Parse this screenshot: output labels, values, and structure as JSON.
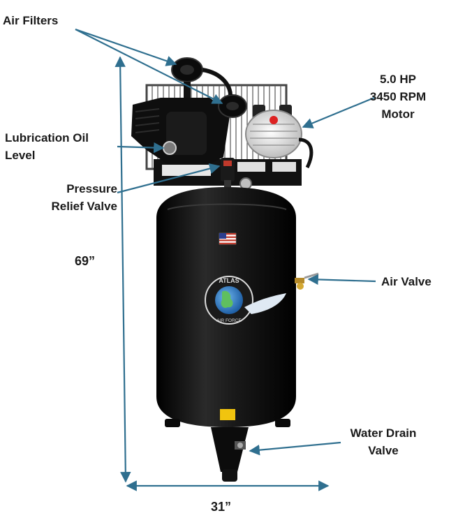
{
  "labels": {
    "air_filters": "Air Filters",
    "motor_line1": "5.0 HP",
    "motor_line2": "3450 RPM",
    "motor_line3": "Motor",
    "lube_line1": "Lubrication Oil",
    "lube_line2": "Level",
    "prv_line1": "Pressure",
    "prv_line2": "Relief Valve",
    "air_valve": "Air Valve",
    "drain_line1": "Water Drain",
    "drain_line2": "Valve",
    "height": "69”",
    "width": "31”"
  },
  "badge": {
    "top": "ATLAS",
    "bottom": "AIR FORCE"
  },
  "colors": {
    "arrow": "#2f6f8f",
    "tank": "#0d0d0d",
    "label": "#1a1a1a"
  }
}
